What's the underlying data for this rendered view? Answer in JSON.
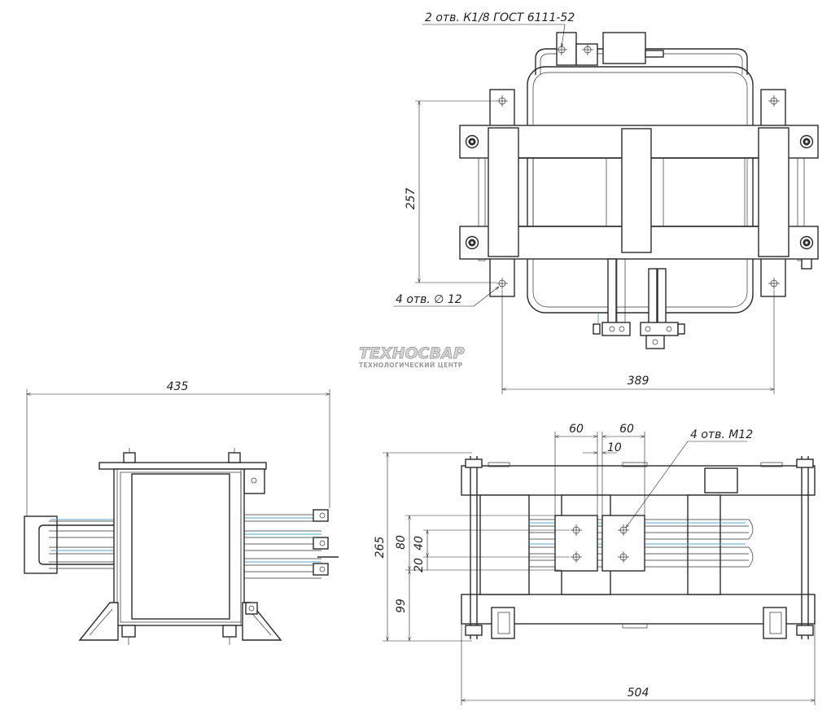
{
  "annotations": {
    "holes_top": "2 отв. К1/8 ГОСТ 6111-52",
    "holes_mount": "4 отв. ∅ 12",
    "holes_m12": "4 отв. М12"
  },
  "dimensions": {
    "top_height": "257",
    "top_width": "389",
    "side_width": "435",
    "front_width": "504",
    "front_height": "265",
    "front_base": "99",
    "term_80": "80",
    "term_40": "40",
    "term_20": "20",
    "term_60_left": "60",
    "term_60_right": "60",
    "term_10": "10"
  },
  "logo": {
    "name": "ТЕХНОСВАР",
    "tagline": "ТЕХНОЛОГИЧЕСКИЙ ЦЕНТР"
  }
}
